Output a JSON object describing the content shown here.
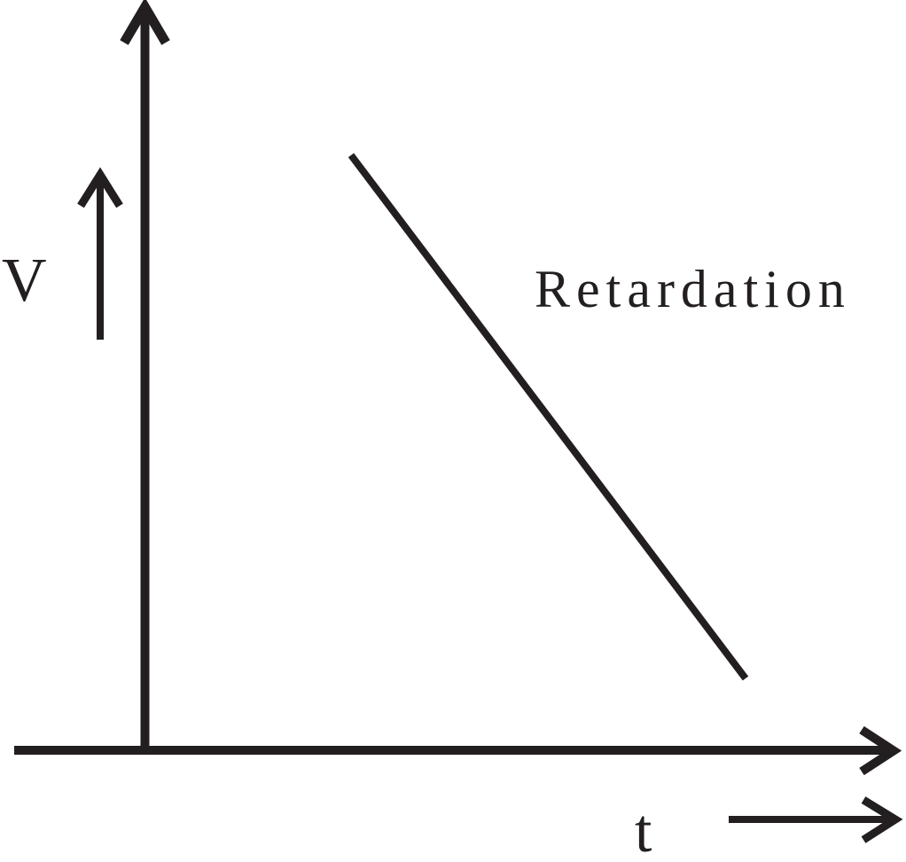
{
  "figure": {
    "background": "#ffffff",
    "stroke_color": "#231f20",
    "y_axis_label": "V",
    "x_axis_label": "t",
    "line_label": "Retardation"
  },
  "chart_data": {
    "type": "line",
    "title": "",
    "xlabel": "t",
    "ylabel": "V",
    "x_tick_labels": [],
    "y_tick_labels": [],
    "xlim": [
      0,
      1
    ],
    "ylim": [
      0,
      1
    ],
    "grid": false,
    "legend": false,
    "annotations": [
      "Retardation"
    ],
    "series": [
      {
        "name": "Retardation",
        "x": [
          0.28,
          0.81
        ],
        "y": [
          0.8,
          0.1
        ]
      }
    ]
  }
}
